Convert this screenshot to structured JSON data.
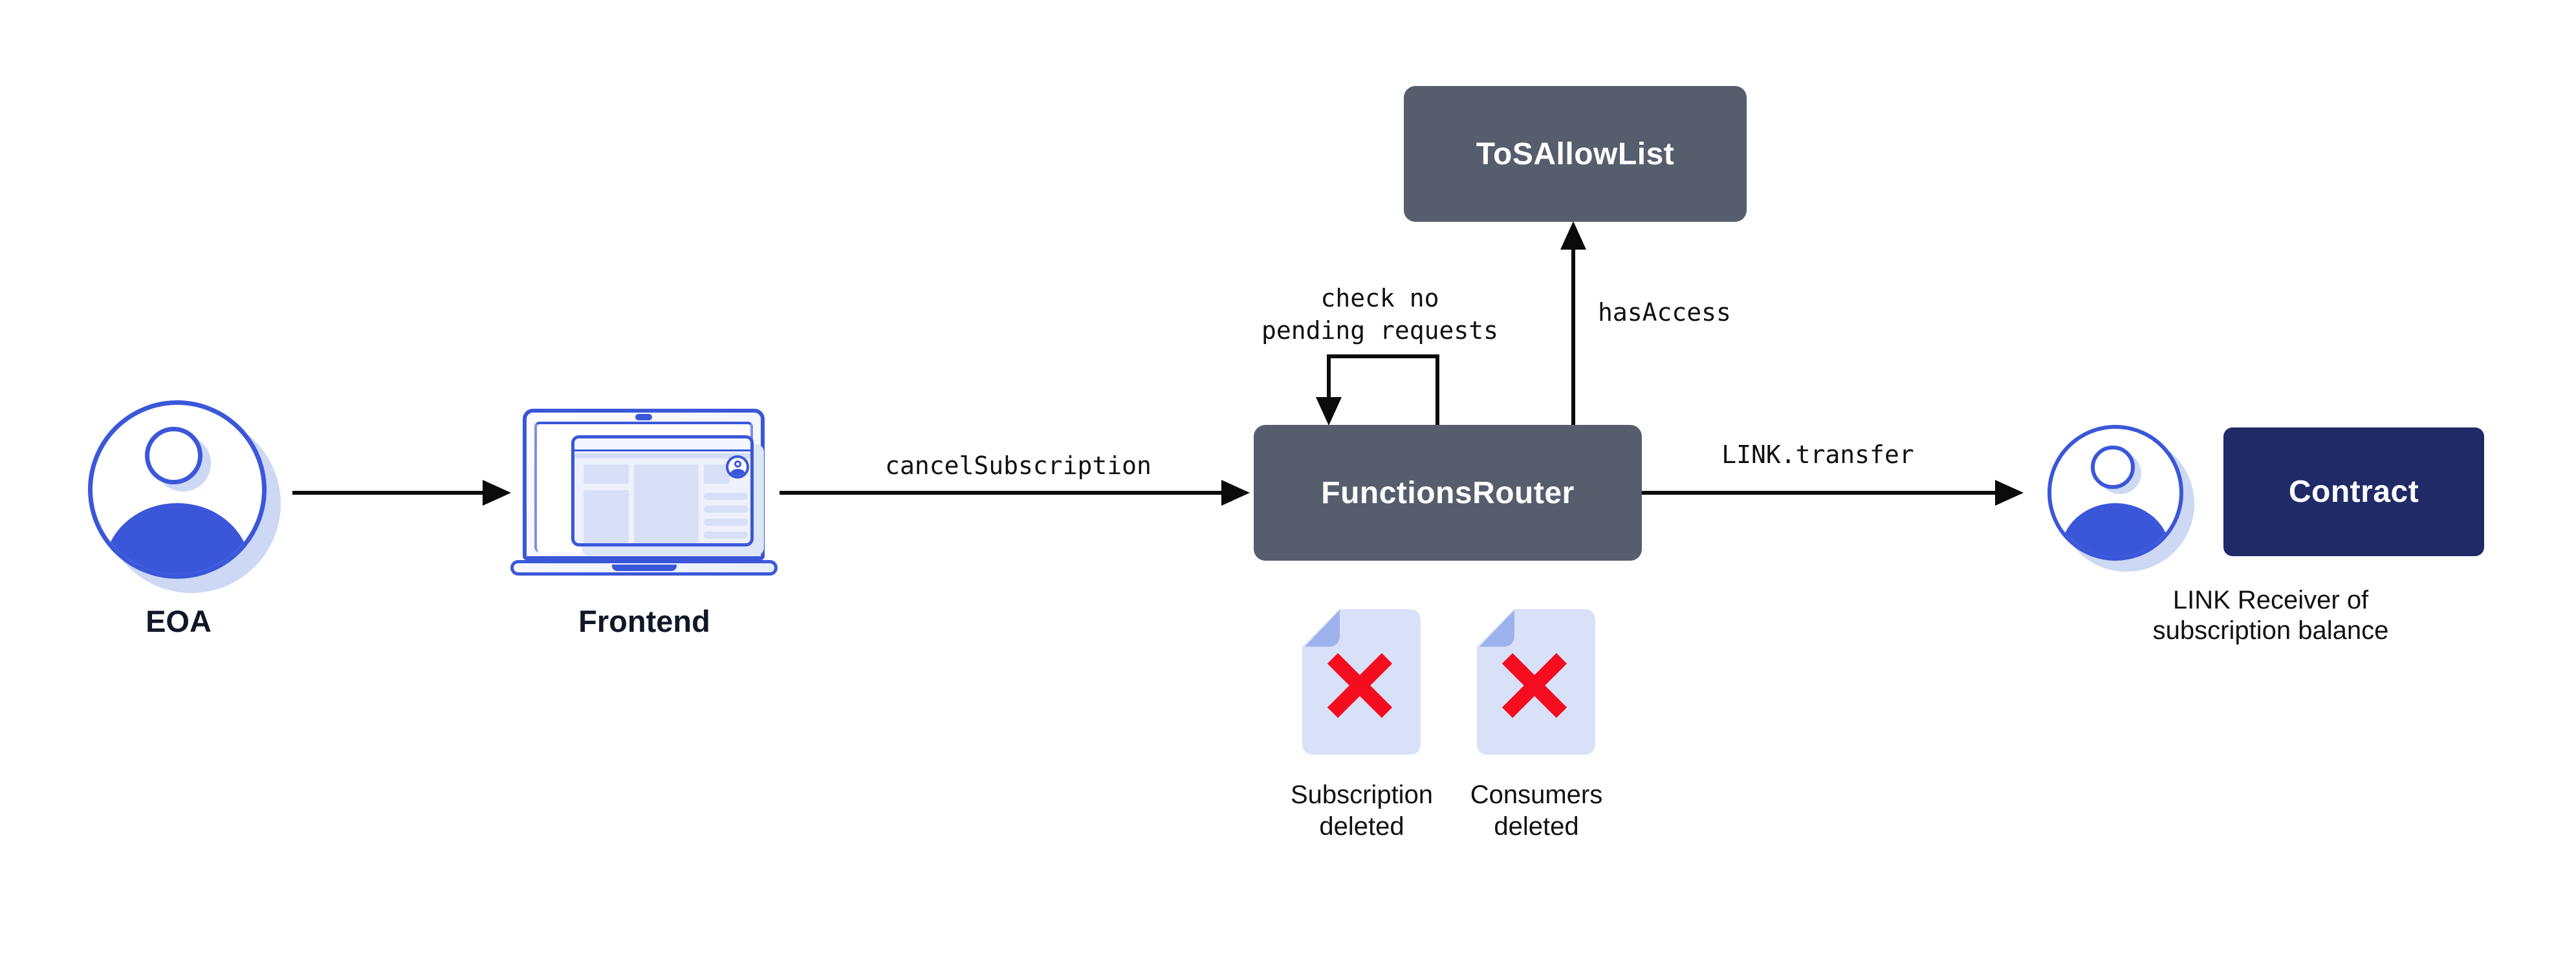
{
  "nodes": {
    "eoa": {
      "label": "EOA"
    },
    "frontend": {
      "label": "Frontend"
    },
    "tos_allow_list": {
      "label": "ToSAllowList"
    },
    "functions_router": {
      "label": "FunctionsRouter"
    },
    "contract": {
      "label": "Contract"
    },
    "link_receiver": {
      "caption_line1": "LINK Receiver of",
      "caption_line2": "subscription balance"
    }
  },
  "edges": {
    "frontend_to_router": {
      "label": "cancelSubscription"
    },
    "router_to_receiver": {
      "label": "LINK.transfer"
    },
    "router_to_tos": {
      "label": "hasAccess"
    },
    "router_self_loop": {
      "label_line1": "check no",
      "label_line2": "pending requests"
    }
  },
  "documents": [
    {
      "line1": "Subscription",
      "line2": "deleted"
    },
    {
      "line1": "Consumers",
      "line2": "deleted"
    }
  ],
  "colors": {
    "background": "#ffffff",
    "box_slate": "#565d6d",
    "box_navy": "#1f2a66",
    "accent_blue": "#3b57d9",
    "shadow_blue": "#ccd8f4",
    "doc_page": "#d9e1f8",
    "doc_fold": "#9db2ec",
    "delete_red": "#f30d1f",
    "arrow_black": "#0b0b0b",
    "label_navy": "#101828",
    "text_black": "#111111"
  }
}
